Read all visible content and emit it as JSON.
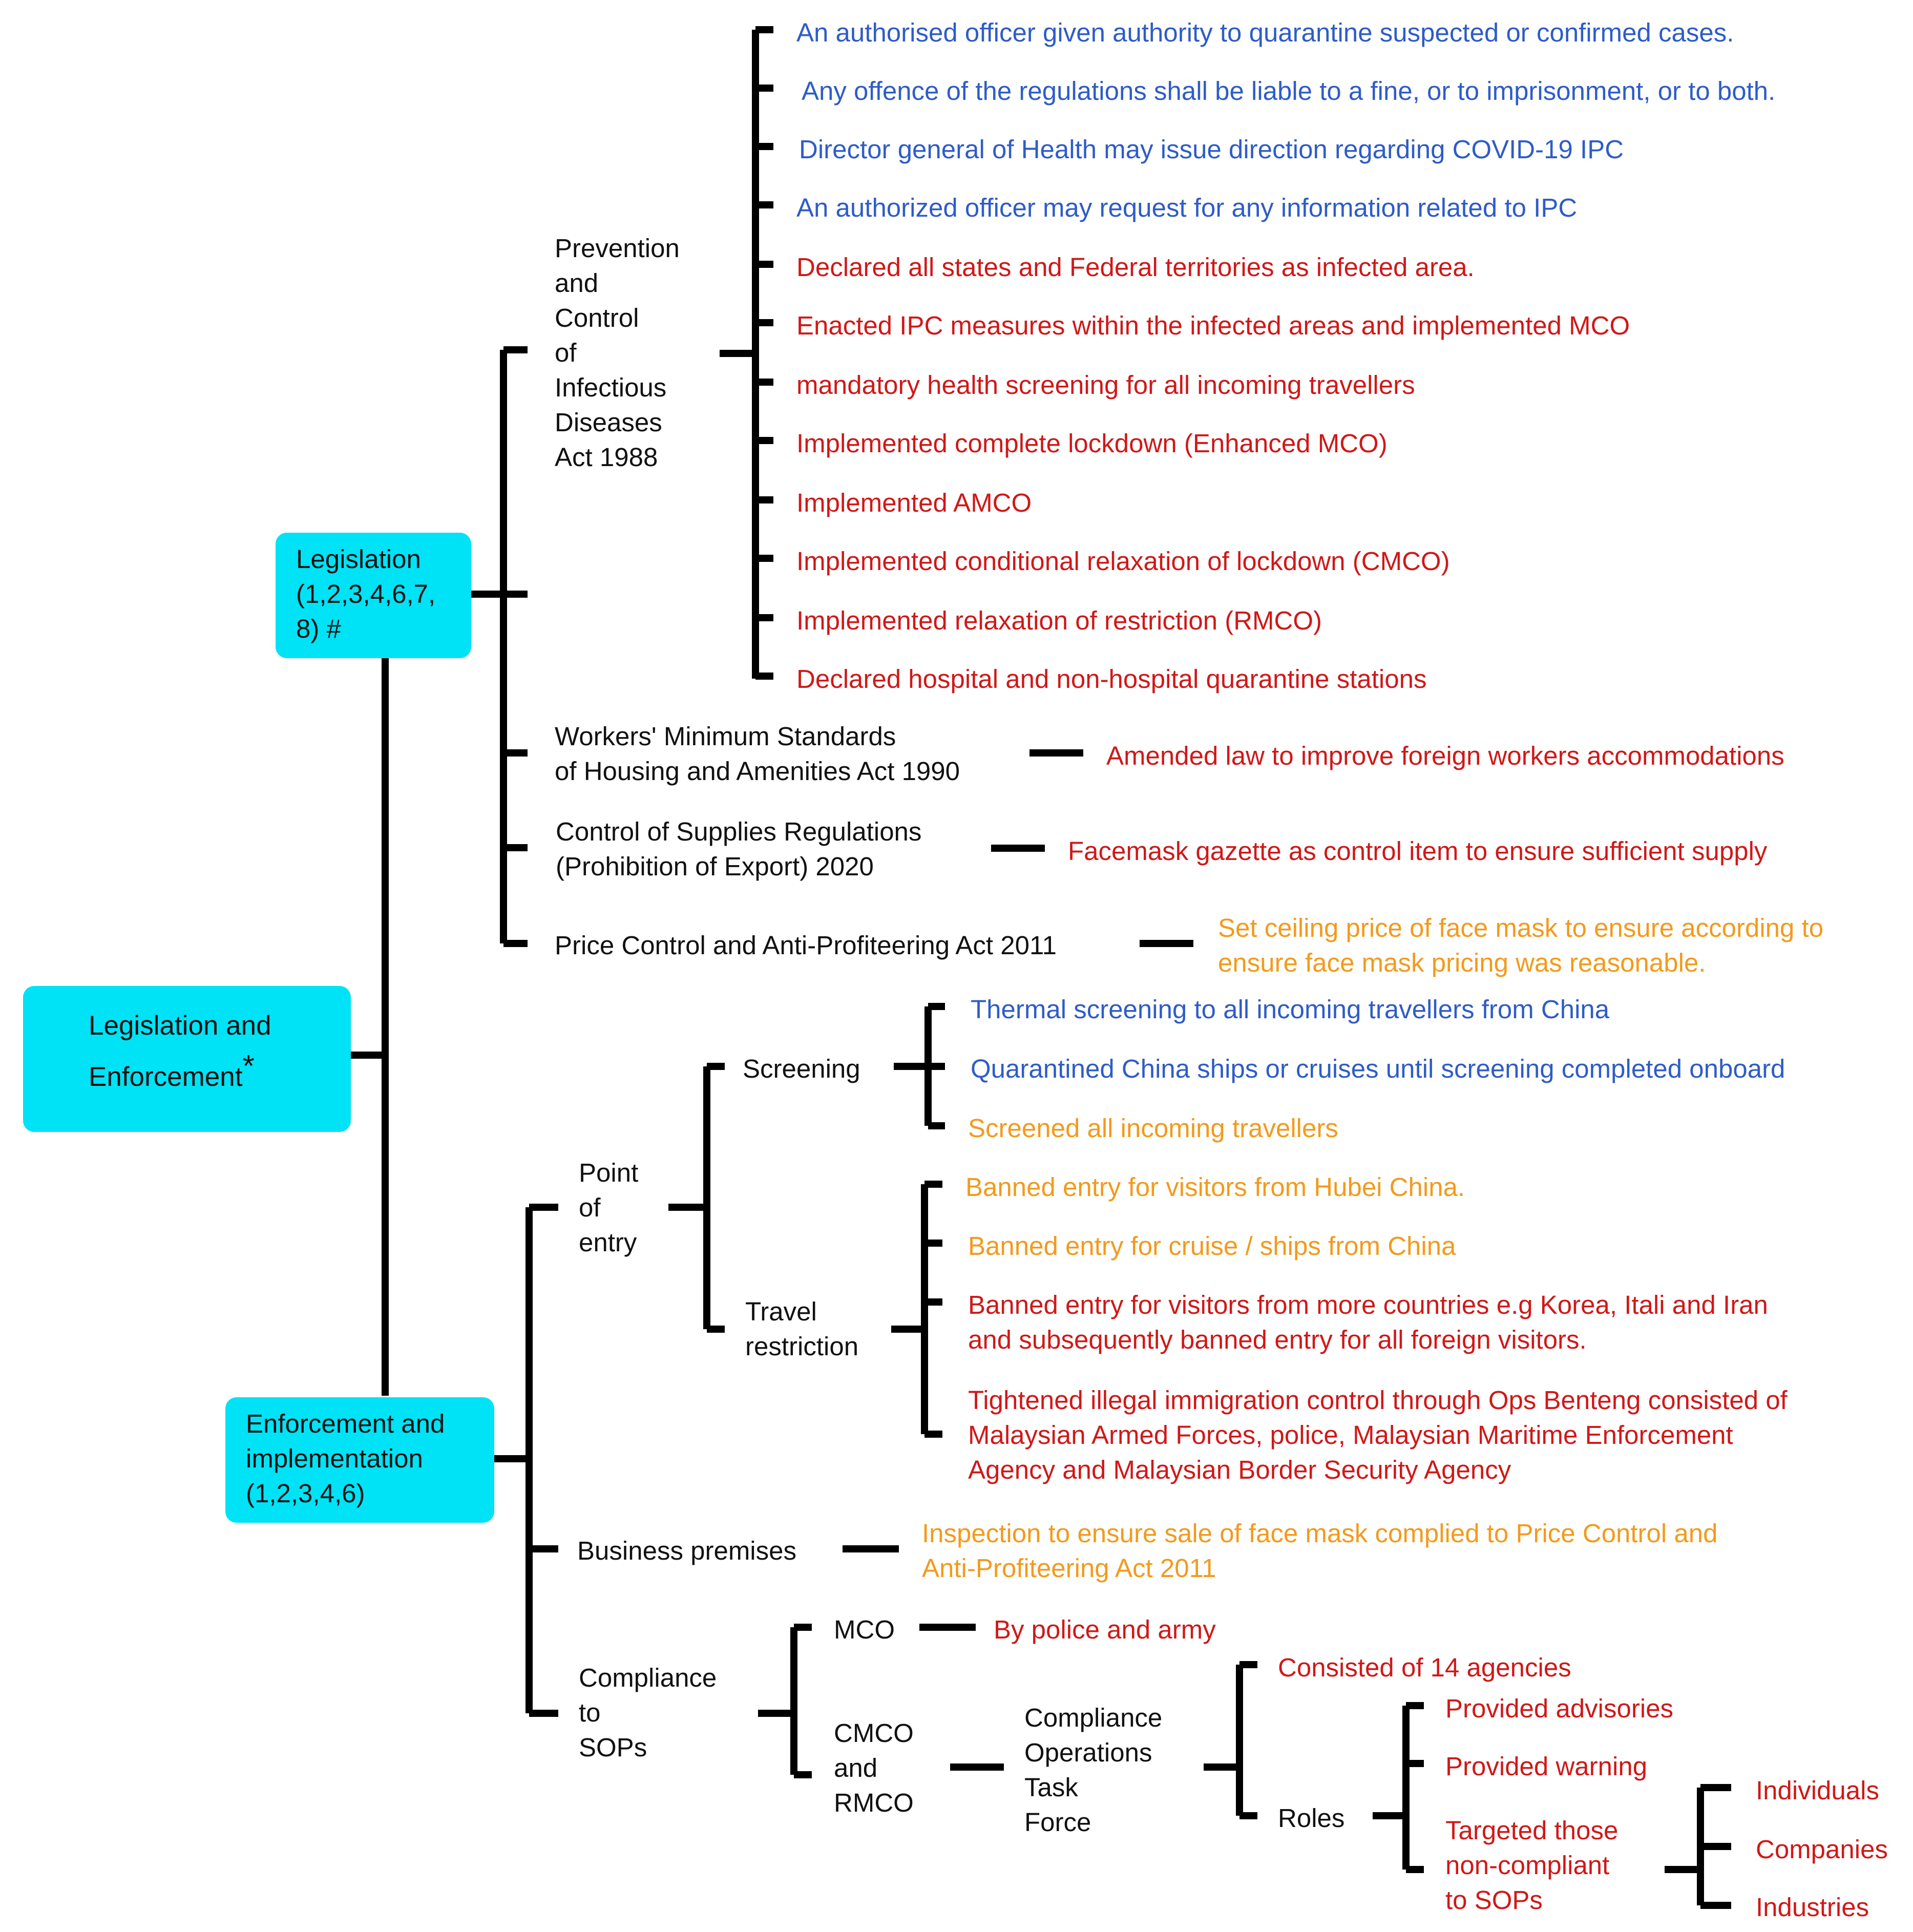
{
  "root": {
    "label_line1": "Legislation and",
    "label_line2": "Enforcement",
    "marker": "*"
  },
  "legislation": {
    "title": "Legislation",
    "refs_line1": "(1,2,3,4,6,7,",
    "refs_line2": "8) #",
    "acts": {
      "pcid": {
        "name_lines": [
          "Prevention",
          "and",
          "Control",
          "of",
          "Infectious",
          "Diseases",
          "Act 1988"
        ],
        "items": [
          "An authorised officer given authority to quarantine suspected or confirmed cases.",
          "Any offence of the regulations shall be liable to a fine, or to imprisonment, or to both.",
          "Director general of Health may issue direction regarding COVID-19 IPC",
          "An authorized officer may request for any information related to IPC",
          "Declared all states and Federal territories as infected area.",
          "Enacted IPC measures within the infected areas and implemented MCO",
          "mandatory health screening for all incoming travellers",
          "Implemented complete lockdown (Enhanced MCO)",
          "Implemented AMCO",
          "Implemented conditional relaxation of lockdown (CMCO)",
          "Implemented relaxation of restriction (RMCO)",
          "Declared hospital and non-hospital quarantine stations"
        ]
      },
      "workers": {
        "name_lines": [
          "Workers' Minimum Standards",
          "of Housing and Amenities Act 1990"
        ],
        "item": "Amended law to improve foreign workers accommodations"
      },
      "supplies": {
        "name_lines": [
          "Control of Supplies Regulations",
          "(Prohibition of Export) 2020"
        ],
        "item": "Facemask gazette as control item to ensure sufficient supply"
      },
      "price": {
        "name": "Price Control and Anti-Profiteering Act 2011",
        "item_lines": [
          "Set ceiling price of face mask to ensure according to",
          "ensure face mask pricing was reasonable."
        ]
      }
    }
  },
  "enforcement": {
    "title_line1": "Enforcement and",
    "title_line2": "implementation",
    "refs": "(1,2,3,4,6)",
    "poe": {
      "name_lines": [
        "Point",
        "of",
        "entry"
      ],
      "screening": {
        "label": "Screening",
        "items": [
          "Thermal screening to all incoming travellers from China",
          "Quarantined China ships or cruises until screening completed onboard",
          "Screened all incoming travellers"
        ]
      },
      "travel": {
        "label_lines": [
          "Travel",
          "restriction"
        ],
        "items": [
          [
            "Banned entry for visitors from Hubei China."
          ],
          [
            "Banned entry for cruise / ships from China"
          ],
          [
            "Banned entry for visitors from more countries e.g Korea, Itali and Iran",
            "and subsequently banned entry for all foreign visitors."
          ],
          [
            "Tightened illegal immigration control through Ops Benteng consisted of",
            "Malaysian Armed Forces, police, Malaysian Maritime Enforcement",
            "Agency and Malaysian Border Security Agency"
          ]
        ]
      }
    },
    "business": {
      "label": "Business premises",
      "item_lines": [
        "Inspection to ensure sale of face mask complied to Price Control and",
        "Anti-Profiteering Act 2011"
      ]
    },
    "compliance": {
      "name_lines": [
        "Compliance",
        "to",
        "SOPs"
      ],
      "mco": {
        "label": "MCO",
        "item": "By police and army"
      },
      "cmco": {
        "label_lines": [
          "CMCO",
          "and",
          "RMCO"
        ],
        "taskforce_lines": [
          "Compliance",
          "Operations",
          "Task",
          "Force"
        ],
        "agencies": "Consisted of 14 agencies",
        "roles": {
          "label": "Roles",
          "items": [
            "Provided advisories",
            "Provided warning"
          ],
          "targeted_lines": [
            "Targeted those",
            "non-compliant",
            "to SOPs"
          ],
          "targets": [
            "Individuals",
            "Companies",
            "Industries"
          ]
        }
      }
    }
  },
  "colors": {
    "line": "#000000",
    "box": "#00e2f5",
    "blue": "#2e5cc8",
    "red": "#d01818",
    "orange": "#f39a1c"
  }
}
